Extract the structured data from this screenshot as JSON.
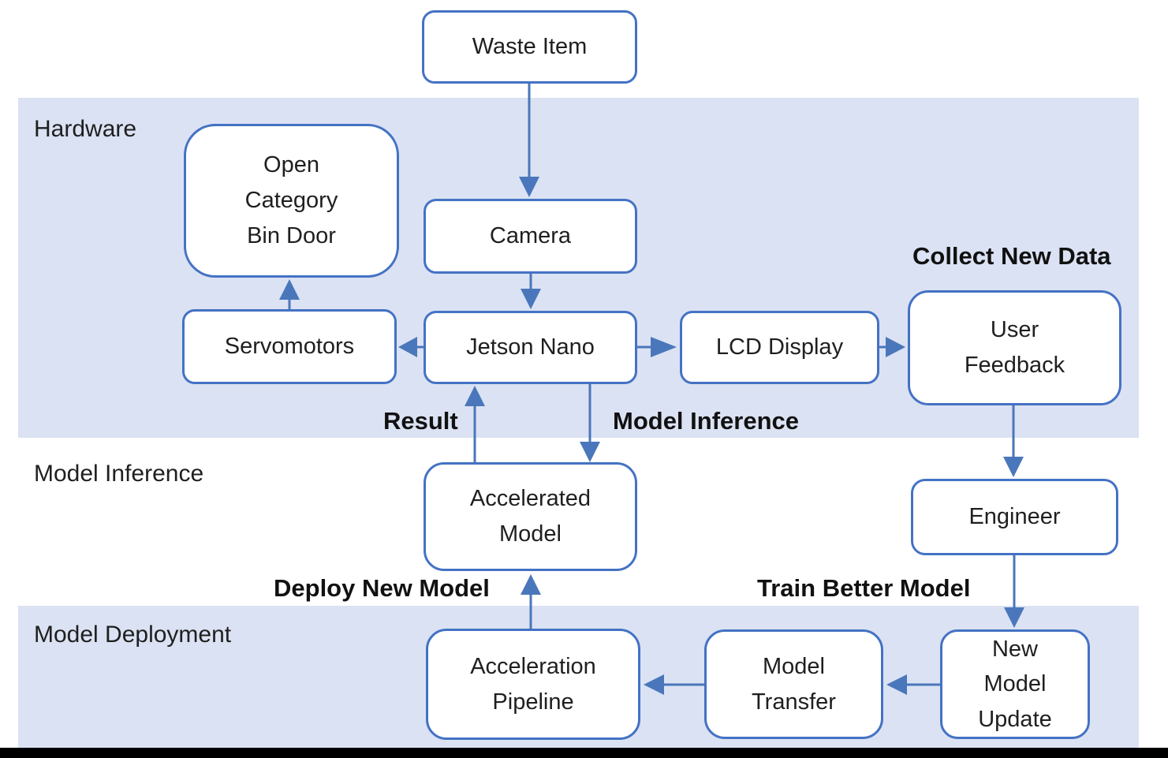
{
  "colors": {
    "accent_border": "#4472c4",
    "arrow": "#4a77bb",
    "band_fill": "#dbe2f3",
    "text": "#1f1f1f",
    "bottom_bar": "#000000"
  },
  "bands": {
    "hardware": {
      "label": "Hardware"
    },
    "model_inference": {
      "label": "Model Inference"
    },
    "model_deployment": {
      "label": "Model Deployment"
    }
  },
  "nodes": {
    "waste_item": {
      "label": "Waste Item"
    },
    "open_category_bin_door": {
      "label": "Open\nCategory\nBin Door"
    },
    "camera": {
      "label": "Camera"
    },
    "servomotors": {
      "label": "Servomotors"
    },
    "jetson_nano": {
      "label": "Jetson Nano"
    },
    "lcd_display": {
      "label": "LCD Display"
    },
    "user_feedback": {
      "label": "User\nFeedback"
    },
    "accelerated_model": {
      "label": "Accelerated\nModel"
    },
    "engineer": {
      "label": "Engineer"
    },
    "acceleration_pipeline": {
      "label": "Acceleration\nPipeline"
    },
    "model_transfer": {
      "label": "Model\nTransfer"
    },
    "new_model_update": {
      "label": "New\nModel\nUpdate"
    }
  },
  "flow_labels": {
    "collect_new_data": {
      "label": "Collect New Data"
    },
    "result": {
      "label": "Result"
    },
    "model_inference": {
      "label": "Model Inference"
    },
    "deploy_new_model": {
      "label": "Deploy New Model"
    },
    "train_better_model": {
      "label": "Train Better Model"
    }
  }
}
